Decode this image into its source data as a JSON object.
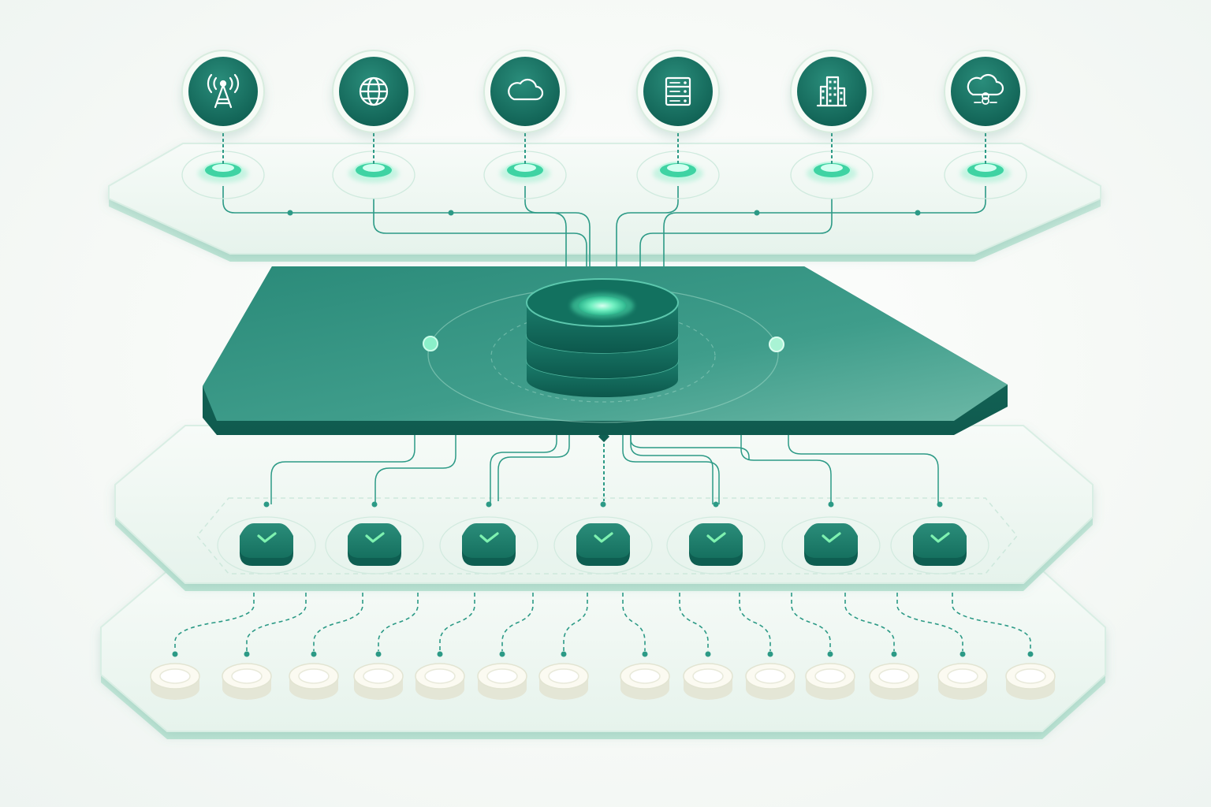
{
  "palette": {
    "primary": "#1e7f6e",
    "primary_dark": "#0f5f52",
    "accent": "#5ee6b8",
    "accent_light": "#b8f5dd",
    "line": "#2c9a86",
    "panel_fill": "#f1f8f4",
    "panel_stroke": "#cfe9de",
    "token_fill": "#fbfaf1"
  },
  "sources": [
    {
      "icon": "antenna-tower-icon"
    },
    {
      "icon": "globe-icon"
    },
    {
      "icon": "cloud-icon"
    },
    {
      "icon": "server-rack-icon"
    },
    {
      "icon": "office-building-icon"
    },
    {
      "icon": "cloud-network-icon"
    }
  ],
  "hub": {
    "icon": "database-stack-icon",
    "layers": 3
  },
  "checks": {
    "count": 7,
    "icon": "checkmark-icon"
  },
  "tokens": {
    "count": 14
  }
}
